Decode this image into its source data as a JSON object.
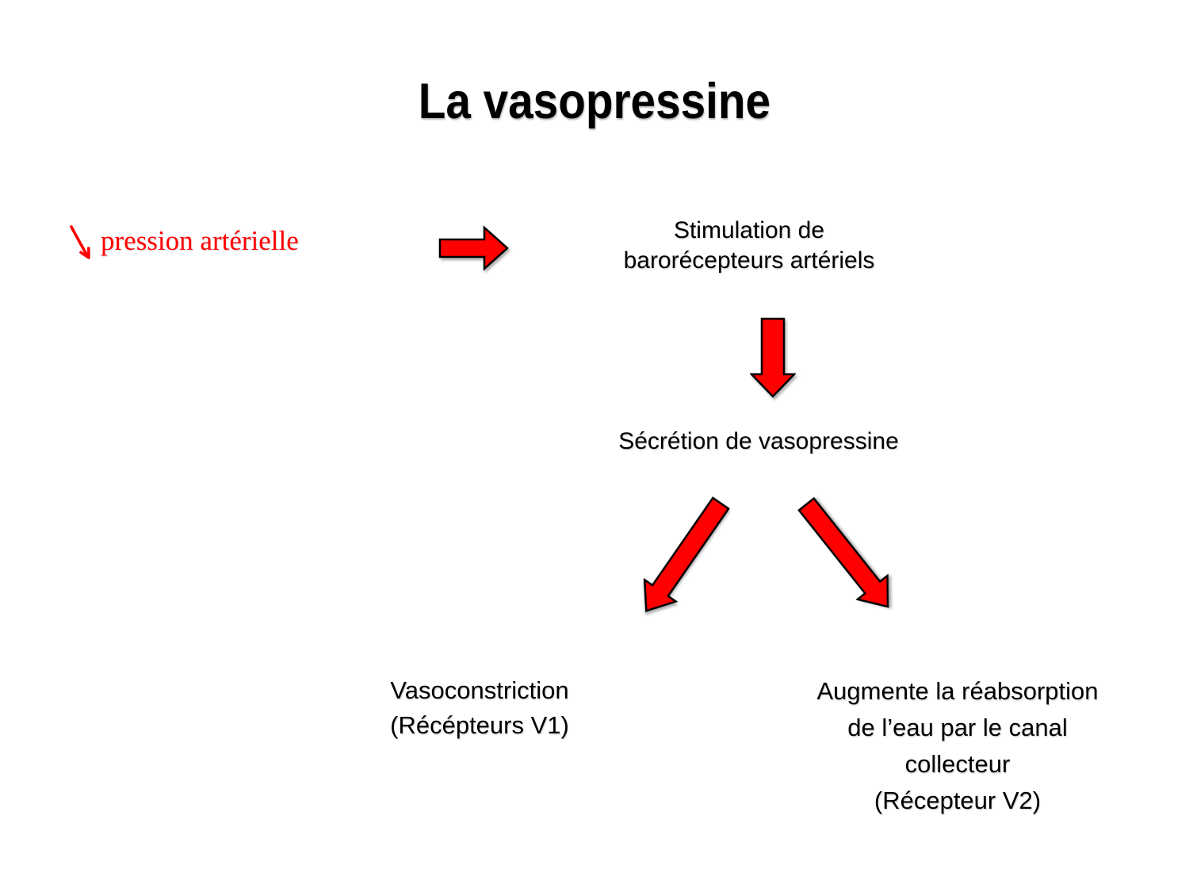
{
  "page": {
    "title": "La vasopressine",
    "background": "#ffffff"
  },
  "colors": {
    "accent_red": "#ff0000",
    "arrow_outline": "#000000",
    "text": "#000000"
  },
  "flow": {
    "trigger": {
      "icon": "down-right-hand-arrow",
      "label": "pression artérielle"
    },
    "step_stimulation": "Stimulation de\nbarorécepteurs artériels",
    "step_secretion": "Sécrétion de vasopressine",
    "outcome_left": "Vasoconstriction\n(Récépteurs V1)",
    "outcome_right": "Augmente la réabsorption\nde l’eau par le canal\ncollecteur\n(Récepteur V2)"
  },
  "icons": {
    "trigger_arrow": "down-right-hand-arrow",
    "flow_arrow_right": "right-block-arrow",
    "flow_arrow_down": "down-block-arrow",
    "flow_arrow_down_left": "down-left-block-arrow",
    "flow_arrow_down_right": "down-right-block-arrow"
  }
}
